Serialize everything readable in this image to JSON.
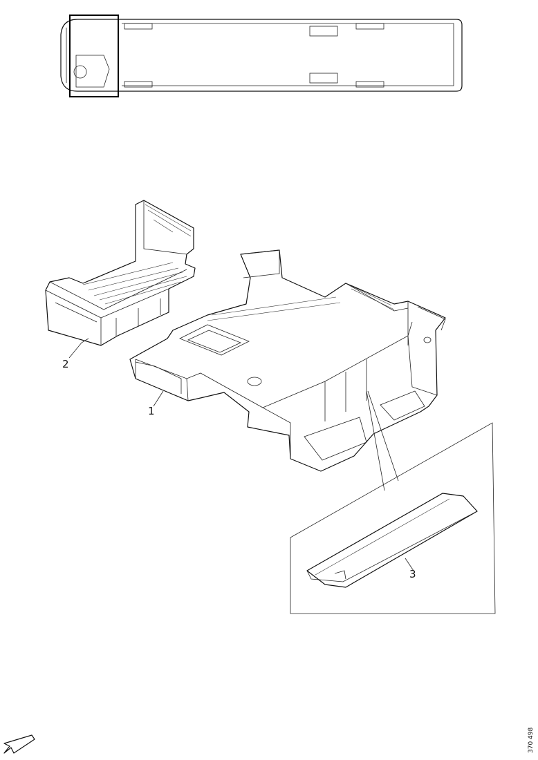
{
  "callouts": {
    "part_1": "1",
    "part_2": "2",
    "part_3": "3"
  },
  "figure_reference": "370 498"
}
